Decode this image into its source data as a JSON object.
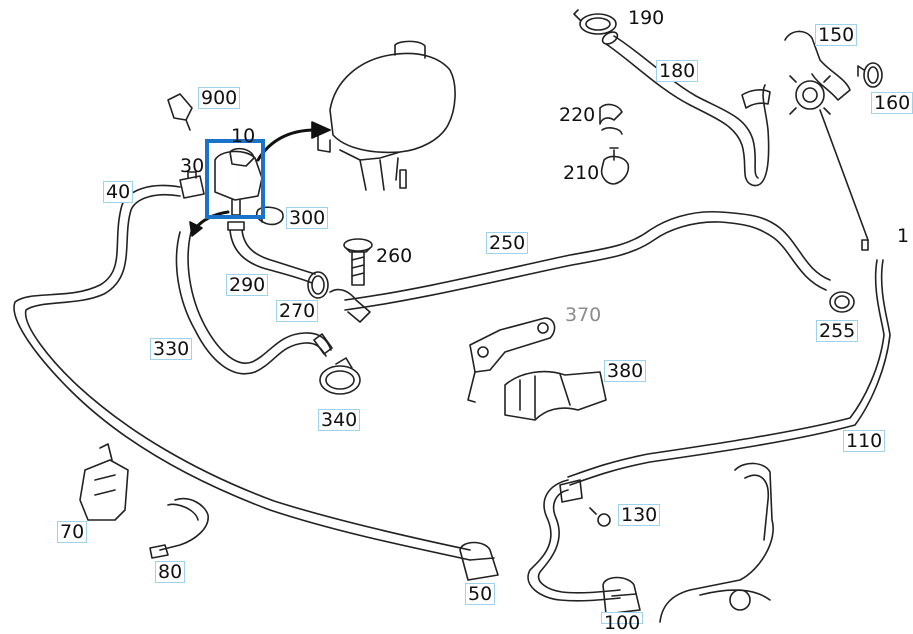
{
  "callouts": {
    "p10": "10",
    "p30": "30",
    "p40": "40",
    "p50": "50",
    "p70": "70",
    "p80": "80",
    "p100": "100",
    "p110": "110",
    "p130": "130",
    "p150": "150",
    "p160": "160",
    "p180": "180",
    "p190": "190",
    "p210": "210",
    "p220": "220",
    "p250": "250",
    "p255": "255",
    "p260": "260",
    "p270": "270",
    "p290": "290",
    "p300": "300",
    "p330": "330",
    "p340": "340",
    "p370": "370",
    "p380": "380",
    "p900": "900",
    "p1x": "1"
  },
  "colors": {
    "highlight": "#1a73c9",
    "callout_border": "#9fd3ec",
    "line": "#222222",
    "muted_label": "#8c8c8c"
  },
  "selected_part": "10"
}
